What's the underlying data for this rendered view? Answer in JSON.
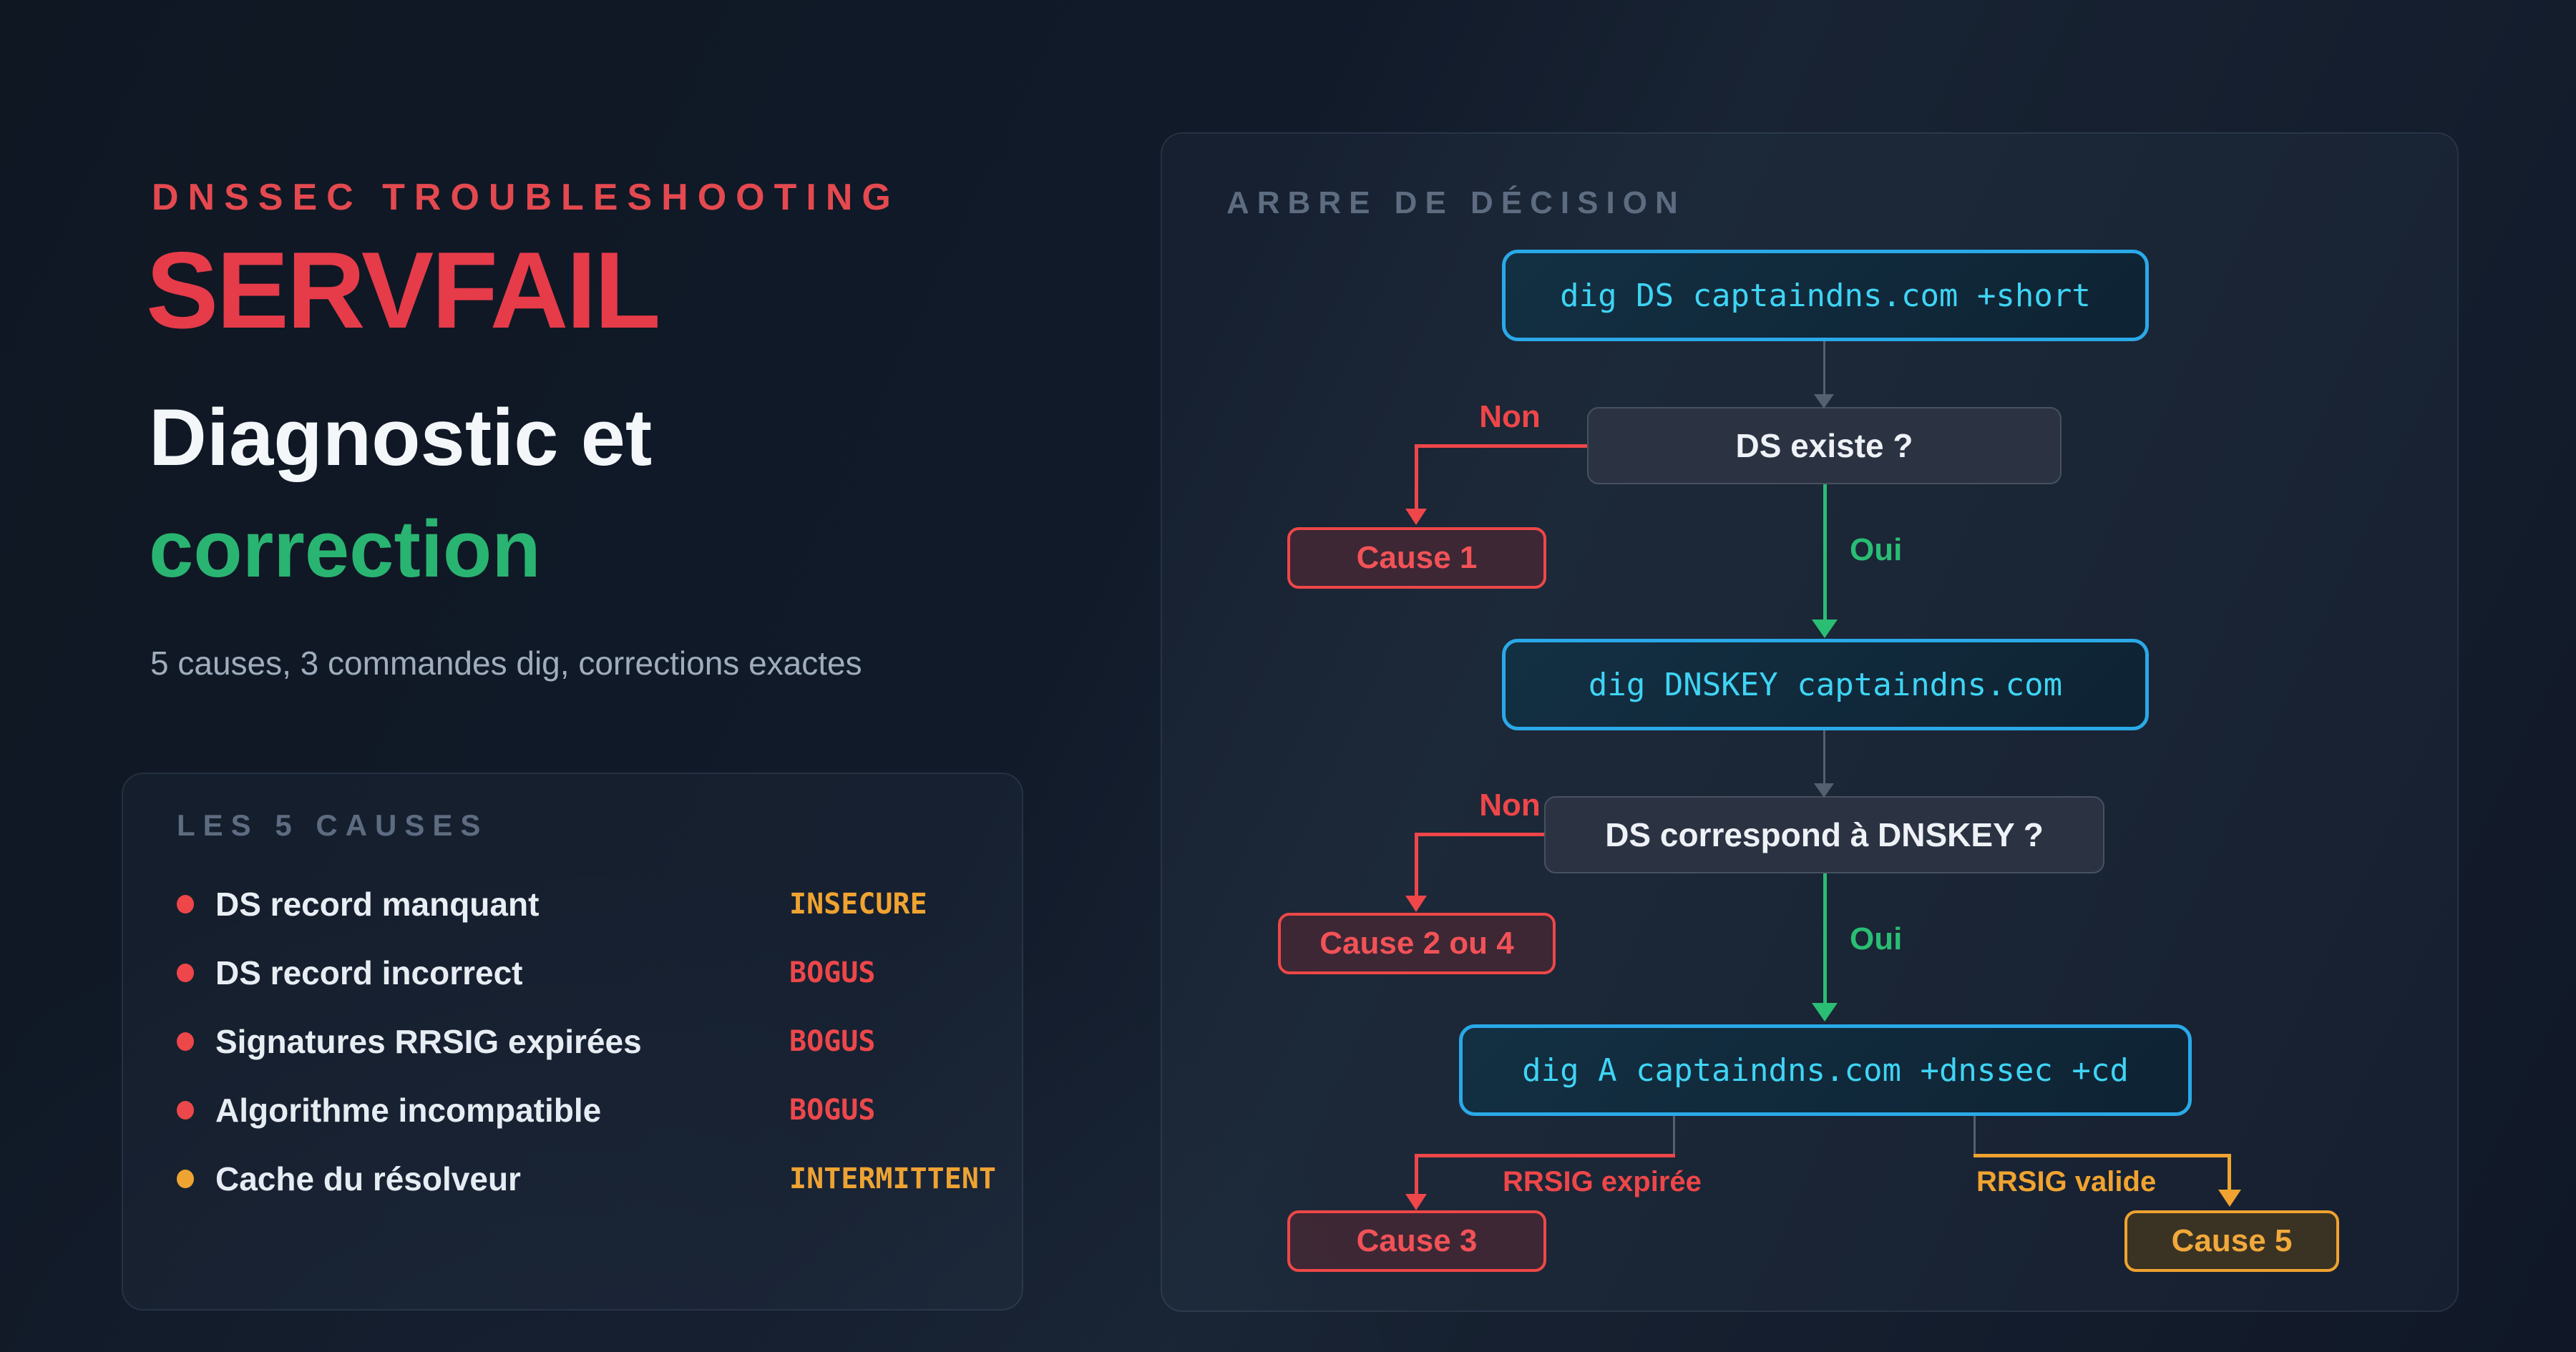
{
  "hero": {
    "eyebrow": "DNSSEC TROUBLESHOOTING",
    "title": "SERVFAIL",
    "subtitle_line1": "Diagnostic et",
    "subtitle_line2": "correction",
    "tagline": "5 causes, 3 commandes dig, corrections exactes"
  },
  "causes_card": {
    "header": "LES 5 CAUSES",
    "items": [
      {
        "label": "DS record manquant",
        "status": "INSECURE",
        "status_color": "#f0a330",
        "bullet_color": "#ee4649"
      },
      {
        "label": "DS record incorrect",
        "status": "BOGUS",
        "status_color": "#ee4649",
        "bullet_color": "#ee4649"
      },
      {
        "label": "Signatures RRSIG expirées",
        "status": "BOGUS",
        "status_color": "#ee4649",
        "bullet_color": "#ee4649"
      },
      {
        "label": "Algorithme incompatible",
        "status": "BOGUS",
        "status_color": "#ee4649",
        "bullet_color": "#ee4649"
      },
      {
        "label": "Cache du résolveur",
        "status": "INTERMITTENT",
        "status_color": "#f0a330",
        "bullet_color": "#f0a330"
      }
    ]
  },
  "tree": {
    "header": "ARBRE DE DÉCISION",
    "nodes": {
      "cmd1": "dig DS captaindns.com +short",
      "q1": "DS existe ?",
      "cause1": "Cause 1",
      "cmd2": "dig DNSKEY captaindns.com",
      "q2": "DS correspond à DNSKEY ?",
      "cause24": "Cause 2 ou 4",
      "cmd3": "dig A captaindns.com +dnssec +cd",
      "cause3": "Cause 3",
      "cause5": "Cause 5"
    },
    "labels": {
      "non1": "Non",
      "oui1": "Oui",
      "non2": "Non",
      "oui2": "Oui",
      "rrsig_expired": "RRSIG expirée",
      "rrsig_valid": "RRSIG valide"
    }
  },
  "colors": {
    "accent_red": "#e63b49",
    "accent_green": "#2ab471",
    "cyan_border": "#2aa9e8",
    "cyan_text": "#3fd4f4",
    "amber": "#f0a330",
    "edge_red": "#ee4649",
    "edge_green": "#2abd74",
    "edge_gray": "#55606e"
  }
}
